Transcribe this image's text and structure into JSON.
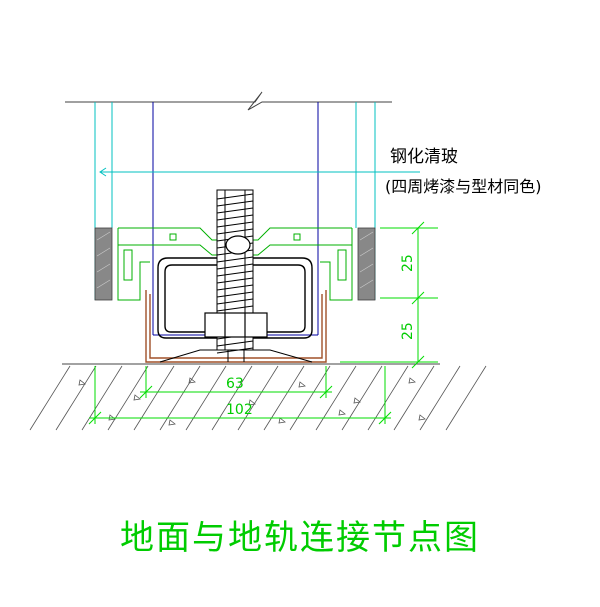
{
  "labels": {
    "glass_name": "钢化清玻",
    "finish_note": "(四周烤漆与型材同色)",
    "dim_vertical_upper": "25",
    "dim_vertical_lower": "25",
    "dim_inner_width": "63",
    "dim_outer_width": "102"
  },
  "title": "地面与地轨连接节点图",
  "colors": {
    "title": "#00cc00",
    "dimension": "#00dd00",
    "glass_edge": "#00c0c0",
    "outline": "#0000a0",
    "bolt": "#000000",
    "floor_hatch": "#555555",
    "track_base": "#a05028",
    "seal": "#808080"
  }
}
